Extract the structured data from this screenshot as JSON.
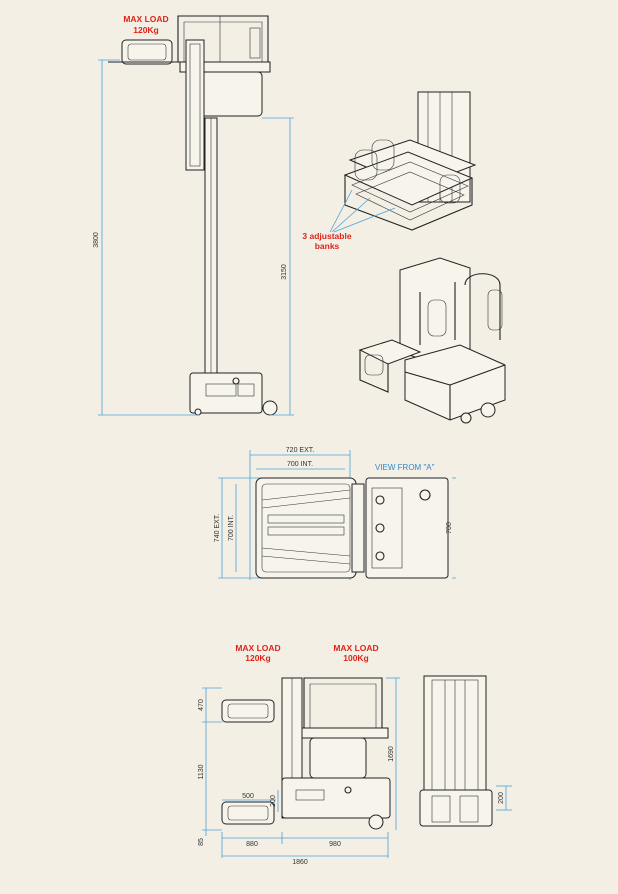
{
  "labels": {
    "max_load_top": [
      "MAX LOAD",
      "120Kg"
    ],
    "banks": [
      "3 adjustable",
      "banks"
    ],
    "view_a": "VIEW FROM \"A\"",
    "max_load_120": [
      "MAX LOAD",
      "120Kg"
    ],
    "max_load_100": [
      "MAX LOAD",
      "100Kg"
    ]
  },
  "dimensions": {
    "d3800": "3800",
    "d3150": "3150",
    "d720": "720 EXT.",
    "d700int": "700 INT.",
    "d740": "740 EXT.",
    "d700int_v": "700 INT.",
    "d700": "700",
    "d470": "470",
    "d1130": "1130",
    "d500": "500",
    "d200a": "200",
    "d85": "85",
    "d880": "880",
    "d980": "980",
    "d1860": "1860",
    "d1690": "1690",
    "d200b": "200"
  },
  "colors": {
    "label_red": "#e0231a",
    "dimension_blue": "#4aa3d8",
    "paper": "#f3efe5"
  }
}
